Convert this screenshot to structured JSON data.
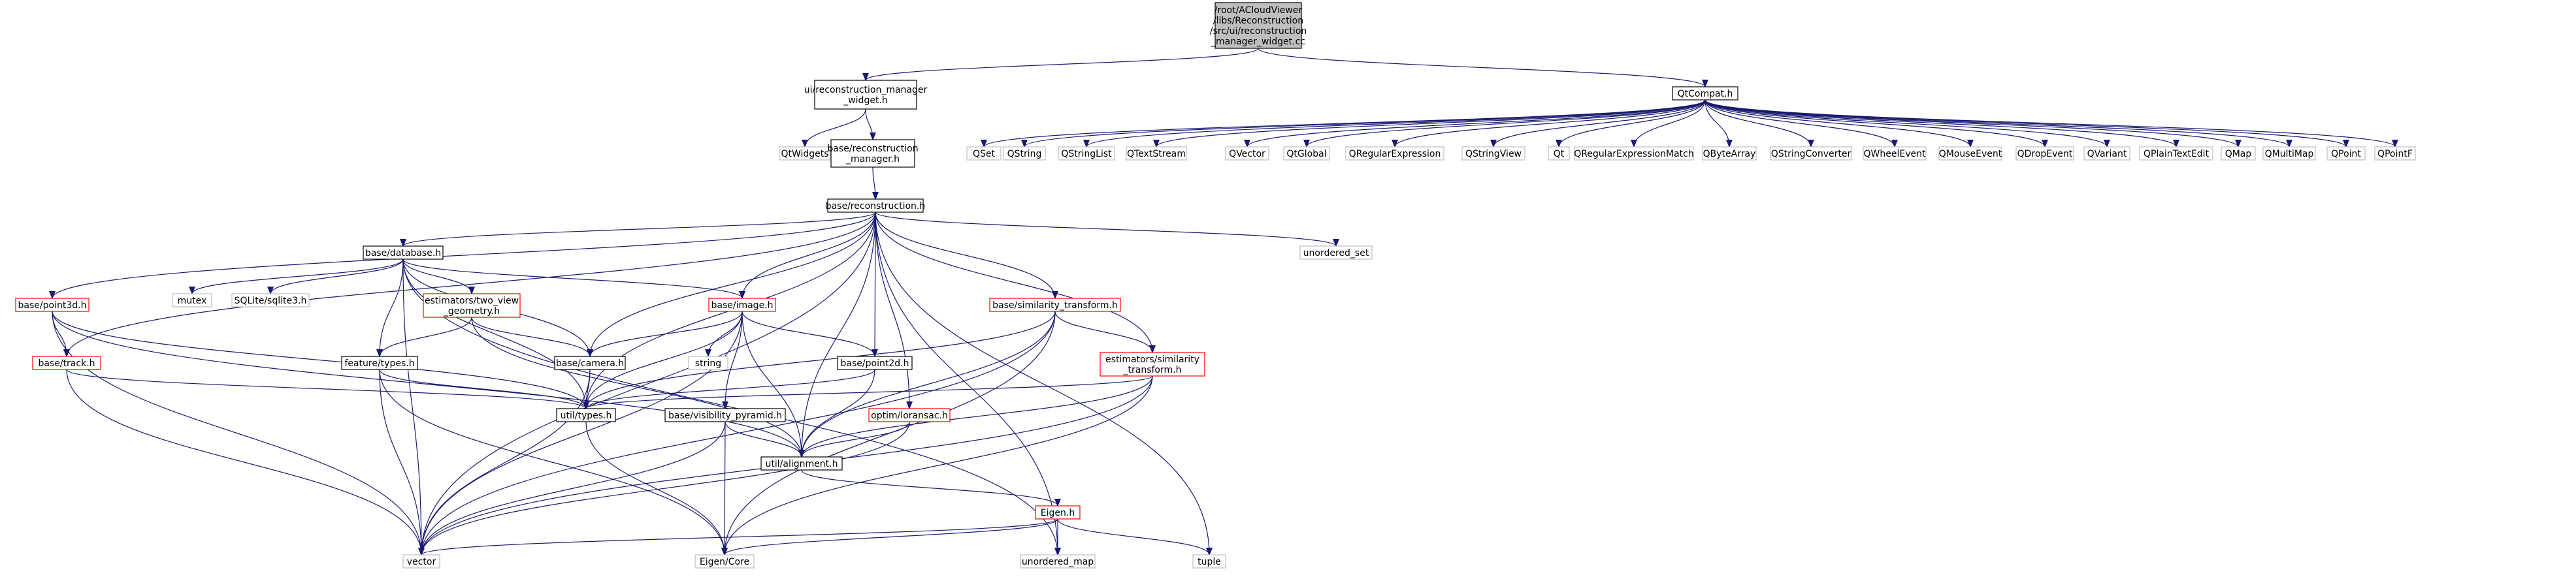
{
  "title": "Include dependency graph for /root/ACloudViewer/libs/Reconstruction/src/ui/reconstruction_manager_widget.cc",
  "colors": {
    "edge": "#191970",
    "node_border_black": "#000000",
    "node_border_red": "#ff0000",
    "node_border_gray": "#bfbfbf",
    "root_fill": "#bfbfbf",
    "text": "#000000"
  },
  "nodes": [
    {
      "id": "root",
      "lines": [
        "/root/ACloudViewer",
        "/libs/Reconstruction",
        "/src/ui/reconstruction",
        "_manager_widget.cc"
      ],
      "style": "root"
    },
    {
      "id": "rmw",
      "lines": [
        "ui/reconstruction_manager",
        "_widget.h"
      ],
      "style": "black"
    },
    {
      "id": "qtcompat",
      "lines": [
        "QtCompat.h"
      ],
      "style": "black"
    },
    {
      "id": "qtwidgets",
      "lines": [
        "QtWidgets"
      ],
      "style": "gray"
    },
    {
      "id": "brm",
      "lines": [
        "base/reconstruction",
        "_manager.h"
      ],
      "style": "black"
    },
    {
      "id": "qset",
      "lines": [
        "QSet"
      ],
      "style": "gray"
    },
    {
      "id": "qstring",
      "lines": [
        "QString"
      ],
      "style": "gray"
    },
    {
      "id": "qstringlist",
      "lines": [
        "QStringList"
      ],
      "style": "gray"
    },
    {
      "id": "qtextstream",
      "lines": [
        "QTextStream"
      ],
      "style": "gray"
    },
    {
      "id": "qvector",
      "lines": [
        "QVector"
      ],
      "style": "gray"
    },
    {
      "id": "qtglobal",
      "lines": [
        "QtGlobal"
      ],
      "style": "gray"
    },
    {
      "id": "qregexp",
      "lines": [
        "QRegularExpression"
      ],
      "style": "gray"
    },
    {
      "id": "qstringview",
      "lines": [
        "QStringView"
      ],
      "style": "gray"
    },
    {
      "id": "qt",
      "lines": [
        "Qt"
      ],
      "style": "gray"
    },
    {
      "id": "qregexpmatch",
      "lines": [
        "QRegularExpressionMatch"
      ],
      "style": "gray"
    },
    {
      "id": "qbytearray",
      "lines": [
        "QByteArray"
      ],
      "style": "gray"
    },
    {
      "id": "qstringconverter",
      "lines": [
        "QStringConverter"
      ],
      "style": "gray"
    },
    {
      "id": "qwheelevent",
      "lines": [
        "QWheelEvent"
      ],
      "style": "gray"
    },
    {
      "id": "qmouseevent",
      "lines": [
        "QMouseEvent"
      ],
      "style": "gray"
    },
    {
      "id": "qdropevent",
      "lines": [
        "QDropEvent"
      ],
      "style": "gray"
    },
    {
      "id": "qvariant",
      "lines": [
        "QVariant"
      ],
      "style": "gray"
    },
    {
      "id": "qplaintextedit",
      "lines": [
        "QPlainTextEdit"
      ],
      "style": "gray"
    },
    {
      "id": "qmap",
      "lines": [
        "QMap"
      ],
      "style": "gray"
    },
    {
      "id": "qmultimap",
      "lines": [
        "QMultiMap"
      ],
      "style": "gray"
    },
    {
      "id": "qpoint",
      "lines": [
        "QPoint"
      ],
      "style": "gray"
    },
    {
      "id": "qpointf",
      "lines": [
        "QPointF"
      ],
      "style": "gray"
    },
    {
      "id": "brec",
      "lines": [
        "base/reconstruction.h"
      ],
      "style": "black"
    },
    {
      "id": "unordered_set",
      "lines": [
        "unordered_set"
      ],
      "style": "gray"
    },
    {
      "id": "bdb",
      "lines": [
        "base/database.h"
      ],
      "style": "black"
    },
    {
      "id": "bpoint3d",
      "lines": [
        "base/point3d.h"
      ],
      "style": "red"
    },
    {
      "id": "mutex",
      "lines": [
        "mutex"
      ],
      "style": "gray"
    },
    {
      "id": "sqlite",
      "lines": [
        "SQLite/sqlite3.h"
      ],
      "style": "gray"
    },
    {
      "id": "etvg",
      "lines": [
        "estimators/two_view",
        "_geometry.h"
      ],
      "style": "red"
    },
    {
      "id": "bimage",
      "lines": [
        "base/image.h"
      ],
      "style": "red"
    },
    {
      "id": "bsim",
      "lines": [
        "base/similarity_transform.h"
      ],
      "style": "red"
    },
    {
      "id": "btrack",
      "lines": [
        "base/track.h"
      ],
      "style": "red"
    },
    {
      "id": "ftypes",
      "lines": [
        "feature/types.h"
      ],
      "style": "black"
    },
    {
      "id": "bcamera",
      "lines": [
        "base/camera.h"
      ],
      "style": "black"
    },
    {
      "id": "string",
      "lines": [
        "string"
      ],
      "style": "gray"
    },
    {
      "id": "bpoint2d",
      "lines": [
        "base/point2d.h"
      ],
      "style": "black"
    },
    {
      "id": "esim",
      "lines": [
        "estimators/similarity",
        "_transform.h"
      ],
      "style": "red"
    },
    {
      "id": "utypes",
      "lines": [
        "util/types.h"
      ],
      "style": "black"
    },
    {
      "id": "bvp",
      "lines": [
        "base/visibility_pyramid.h"
      ],
      "style": "black"
    },
    {
      "id": "oloransac",
      "lines": [
        "optim/loransac.h"
      ],
      "style": "red"
    },
    {
      "id": "ualign",
      "lines": [
        "util/alignment.h"
      ],
      "style": "black"
    },
    {
      "id": "eigen",
      "lines": [
        "Eigen.h"
      ],
      "style": "red"
    },
    {
      "id": "vector",
      "lines": [
        "vector"
      ],
      "style": "gray"
    },
    {
      "id": "eigencore",
      "lines": [
        "Eigen/Core"
      ],
      "style": "gray"
    },
    {
      "id": "unordered_map",
      "lines": [
        "unordered_map"
      ],
      "style": "gray"
    },
    {
      "id": "tuple",
      "lines": [
        "tuple"
      ],
      "style": "gray"
    }
  ],
  "edges": [
    [
      "root",
      "rmw"
    ],
    [
      "root",
      "qtcompat"
    ],
    [
      "rmw",
      "qtwidgets"
    ],
    [
      "rmw",
      "brm"
    ],
    [
      "qtcompat",
      "qset"
    ],
    [
      "qtcompat",
      "qstring"
    ],
    [
      "qtcompat",
      "qstringlist"
    ],
    [
      "qtcompat",
      "qtextstream"
    ],
    [
      "qtcompat",
      "qvector"
    ],
    [
      "qtcompat",
      "qtglobal"
    ],
    [
      "qtcompat",
      "qregexp"
    ],
    [
      "qtcompat",
      "qstringview"
    ],
    [
      "qtcompat",
      "qt"
    ],
    [
      "qtcompat",
      "qregexpmatch"
    ],
    [
      "qtcompat",
      "qbytearray"
    ],
    [
      "qtcompat",
      "qstringconverter"
    ],
    [
      "qtcompat",
      "qwheelevent"
    ],
    [
      "qtcompat",
      "qmouseevent"
    ],
    [
      "qtcompat",
      "qdropevent"
    ],
    [
      "qtcompat",
      "qvariant"
    ],
    [
      "qtcompat",
      "qplaintextedit"
    ],
    [
      "qtcompat",
      "qmap"
    ],
    [
      "qtcompat",
      "qmultimap"
    ],
    [
      "qtcompat",
      "qpoint"
    ],
    [
      "qtcompat",
      "qpointf"
    ],
    [
      "brm",
      "brec"
    ],
    [
      "brec",
      "unordered_set"
    ],
    [
      "brec",
      "bdb"
    ],
    [
      "brec",
      "bpoint3d"
    ],
    [
      "brec",
      "btrack"
    ],
    [
      "brec",
      "bimage"
    ],
    [
      "brec",
      "bcamera"
    ],
    [
      "brec",
      "bpoint2d"
    ],
    [
      "brec",
      "bsim"
    ],
    [
      "brec",
      "esim"
    ],
    [
      "brec",
      "oloransac"
    ],
    [
      "brec",
      "utypes"
    ],
    [
      "brec",
      "ualign"
    ],
    [
      "brec",
      "vector"
    ],
    [
      "brec",
      "unordered_map"
    ],
    [
      "brec",
      "tuple"
    ],
    [
      "bdb",
      "mutex"
    ],
    [
      "bdb",
      "sqlite"
    ],
    [
      "bdb",
      "etvg"
    ],
    [
      "bdb",
      "bimage"
    ],
    [
      "bdb",
      "ftypes"
    ],
    [
      "bdb",
      "bcamera"
    ],
    [
      "bdb",
      "utypes"
    ],
    [
      "bdb",
      "vector"
    ],
    [
      "bdb",
      "unordered_map"
    ],
    [
      "bpoint3d",
      "btrack"
    ],
    [
      "bpoint3d",
      "utypes"
    ],
    [
      "bpoint3d",
      "ualign"
    ],
    [
      "bpoint3d",
      "vector"
    ],
    [
      "etvg",
      "ftypes"
    ],
    [
      "etvg",
      "bcamera"
    ],
    [
      "etvg",
      "ualign"
    ],
    [
      "btrack",
      "utypes"
    ],
    [
      "btrack",
      "vector"
    ],
    [
      "ftypes",
      "utypes"
    ],
    [
      "ftypes",
      "vector"
    ],
    [
      "ftypes",
      "eigencore"
    ],
    [
      "bimage",
      "string"
    ],
    [
      "bimage",
      "bcamera"
    ],
    [
      "bimage",
      "bpoint2d"
    ],
    [
      "bimage",
      "bvp"
    ],
    [
      "bimage",
      "utypes"
    ],
    [
      "bimage",
      "ualign"
    ],
    [
      "bimage",
      "vector"
    ],
    [
      "bcamera",
      "utypes"
    ],
    [
      "bcamera",
      "vector"
    ],
    [
      "bpoint2d",
      "utypes"
    ],
    [
      "bpoint2d",
      "ualign"
    ],
    [
      "bsim",
      "esim"
    ],
    [
      "bsim",
      "utypes"
    ],
    [
      "bsim",
      "ualign"
    ],
    [
      "bsim",
      "eigencore"
    ],
    [
      "bsim",
      "vector"
    ],
    [
      "esim",
      "utypes"
    ],
    [
      "esim",
      "ualign"
    ],
    [
      "esim",
      "vector"
    ],
    [
      "esim",
      "eigencore"
    ],
    [
      "oloransac",
      "ualign"
    ],
    [
      "oloransac",
      "vector"
    ],
    [
      "utypes",
      "eigencore"
    ],
    [
      "bvp",
      "ualign"
    ],
    [
      "bvp",
      "vector"
    ],
    [
      "bvp",
      "eigencore"
    ],
    [
      "ualign",
      "eigen"
    ],
    [
      "eigen",
      "vector"
    ],
    [
      "eigen",
      "eigencore"
    ],
    [
      "eigen",
      "unordered_map"
    ],
    [
      "eigen",
      "tuple"
    ]
  ]
}
